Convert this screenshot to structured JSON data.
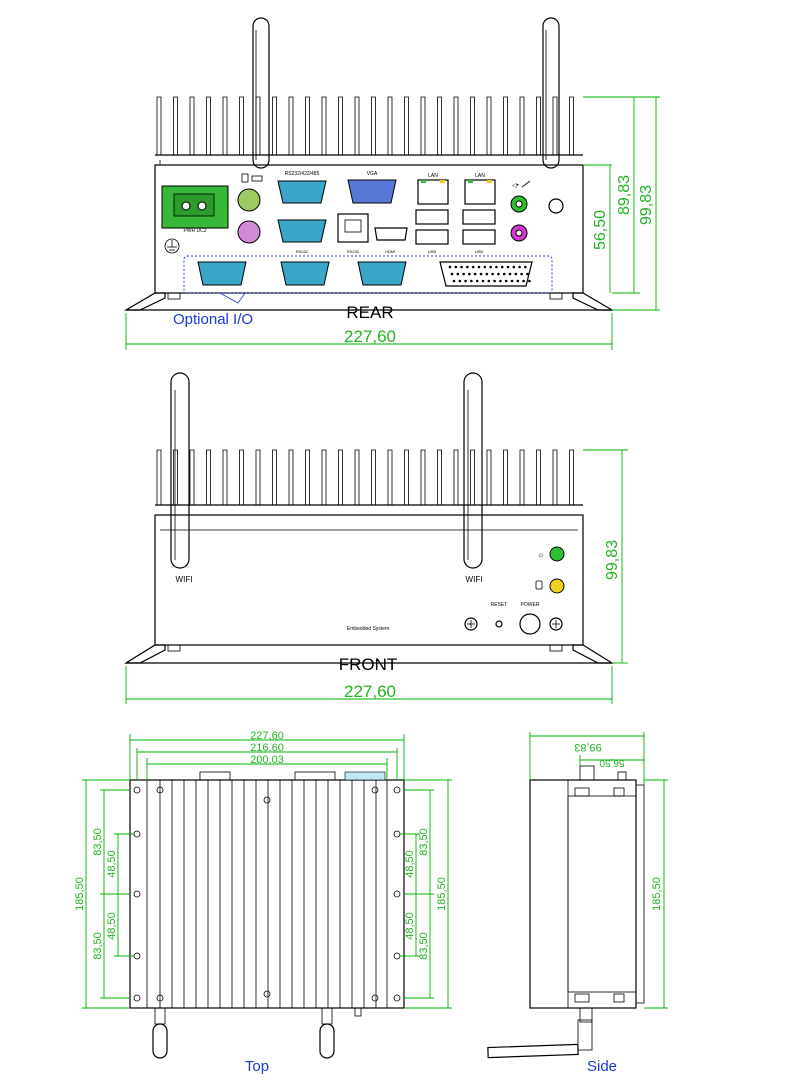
{
  "views": {
    "rear": {
      "label": "REAR",
      "width_dim": "227,60",
      "height_dims": [
        "56,50",
        "89,83",
        "99,83"
      ],
      "optional_io": "Optional I/O",
      "port_labels": {
        "power": "PWR DC2",
        "rs232_485": "RS232/422/485",
        "vga": "VGA",
        "lan1": "LAN",
        "lan2": "LAN",
        "rs232a": "RS232",
        "rs232b": "RS232",
        "hdmi": "HDMI",
        "usb1": "USB",
        "usb2": "USB"
      }
    },
    "front": {
      "label": "FRONT",
      "width_dim": "227,60",
      "height_dim": "99,83",
      "wifi_left": "WIFI",
      "wifi_right": "WIFI",
      "reset": "RESET",
      "power": "POWER",
      "brand": "Embedded System"
    },
    "top": {
      "label": "Top",
      "width_dims": [
        "227,60",
        "216,60",
        "200,03"
      ],
      "left_dims": [
        "185,50",
        "83,50",
        "83,50",
        "48,50",
        "48,50"
      ],
      "right_dims": [
        "185,50",
        "83,50",
        "83,50",
        "48,50",
        "48,50"
      ]
    },
    "side": {
      "label": "Side",
      "top_dims": [
        "99,83",
        "56,50"
      ],
      "height_dim": "185,50"
    }
  },
  "colors": {
    "dimension": "#22b522",
    "annotation": "#1a3ad0",
    "connector": "#3aa6c8",
    "terminal": "#38b838",
    "led_green": "#2ec02e",
    "led_yellow": "#f2d020",
    "audio_pink": "#d23ad2"
  }
}
